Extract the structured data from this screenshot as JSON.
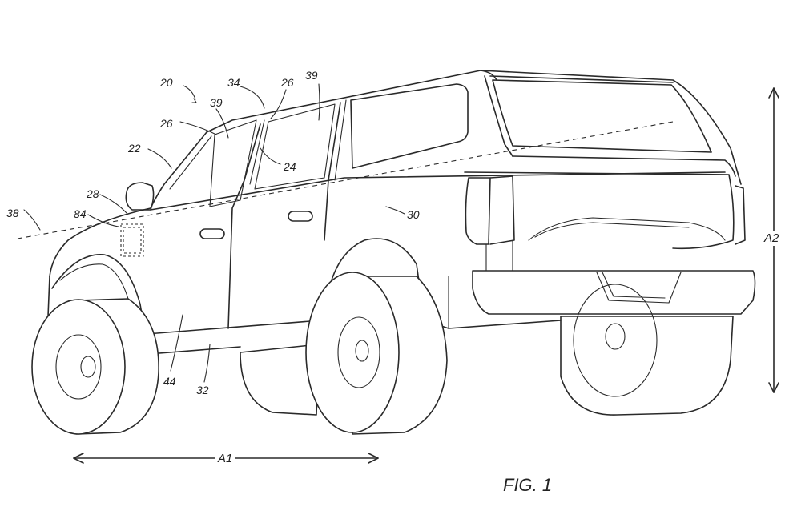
{
  "figure": {
    "caption": "FIG. 1",
    "reference_numerals": {
      "r20": "20",
      "r34": "34",
      "r26a": "26",
      "r39a": "39",
      "r39b": "39",
      "r26b": "26",
      "r22": "22",
      "r24": "24",
      "r28": "28",
      "r84": "84",
      "r38": "38",
      "r30": "30",
      "r44": "44",
      "r32": "32"
    },
    "dimensions": {
      "a1": "A1",
      "a2": "A2"
    }
  }
}
